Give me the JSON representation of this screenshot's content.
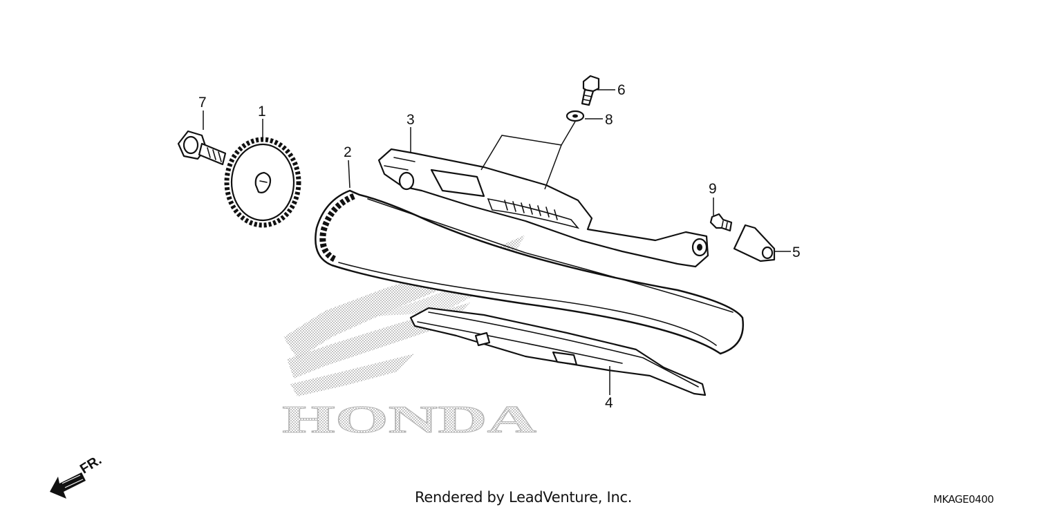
{
  "watermark": {
    "brand": "HONDA",
    "logo": "honda-wing-logo"
  },
  "callouts": {
    "p1": "1",
    "p2": "2",
    "p3": "3",
    "p4": "4",
    "p5": "5",
    "p6": "6",
    "p7": "7",
    "p8": "8",
    "p9": "9"
  },
  "direction": {
    "label": "FR.",
    "icon": "arrow-front-icon"
  },
  "footer": {
    "credit": "Rendered by LeadVenture, Inc.",
    "code": "MKAGE0400"
  }
}
